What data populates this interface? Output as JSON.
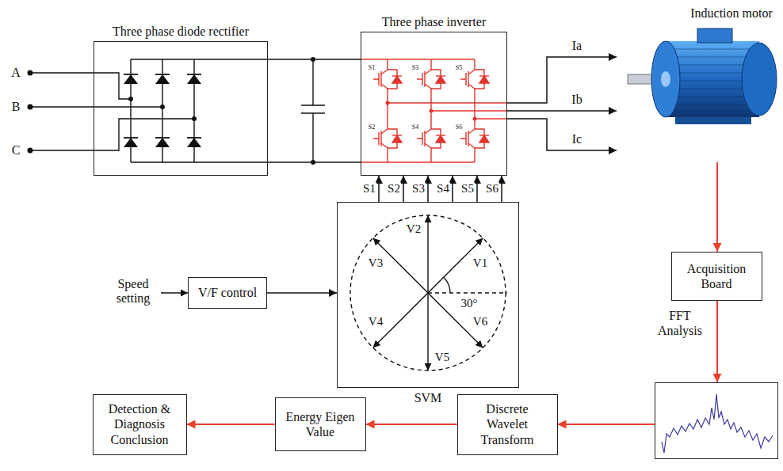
{
  "diagram": {
    "nodes": [
      {
        "text": [
          "Three phase diode rectifier"
        ]
      },
      {
        "text": [
          "Three phase inverter"
        ]
      },
      {
        "text": [
          "Induction motor"
        ]
      },
      {
        "text": [
          "V/F control"
        ]
      },
      {
        "text": [
          "SVM"
        ]
      },
      {
        "text": [
          "Acquisition Board"
        ]
      },
      {
        "text": [
          "FFT Analysis"
        ]
      },
      {
        "text": [
          "Discrete Wavelet Transform"
        ]
      },
      {
        "text": [
          "Energy Eigen Value"
        ]
      },
      {
        "text": [
          "Detection & Diagnosis Conclusion"
        ]
      }
    ],
    "edges": [
      {
        "from": 0,
        "to": 1,
        "arrow": "none"
      },
      {
        "from": 0,
        "to": 1,
        "arrow": "none"
      },
      {
        "from": 1,
        "to": 2,
        "label": "Ia",
        "arrow": "to"
      },
      {
        "from": 1,
        "to": 2,
        "label": "Ib",
        "arrow": "to"
      },
      {
        "from": 1,
        "to": 2,
        "label": "Ic",
        "arrow": "to"
      },
      {
        "from": 4,
        "to": 1,
        "label": "S1",
        "arrow": "to"
      },
      {
        "from": 4,
        "to": 1,
        "label": "S2",
        "arrow": "to"
      },
      {
        "from": 4,
        "to": 1,
        "label": "S3",
        "arrow": "to"
      },
      {
        "from": 4,
        "to": 1,
        "label": "S4",
        "arrow": "to"
      },
      {
        "from": 4,
        "to": 1,
        "label": "S5",
        "arrow": "to"
      },
      {
        "from": 4,
        "to": 1,
        "label": "S6",
        "arrow": "to"
      },
      {
        "from": 3,
        "to": 4,
        "arrow": "to"
      },
      {
        "from": 2,
        "to": 5,
        "arrow": "to"
      },
      {
        "from": 5,
        "to": 6,
        "arrow": "to"
      },
      {
        "from": 6,
        "to": 7,
        "arrow": "to"
      },
      {
        "from": 7,
        "to": 8,
        "arrow": "to"
      },
      {
        "from": 8,
        "to": 9,
        "arrow": "to"
      }
    ],
    "labels": [
      "A",
      "B",
      "C",
      "S1",
      "S3",
      "S5",
      "S2",
      "S4",
      "S6",
      "Speed setting",
      "V2",
      "V1",
      "V3",
      "30°",
      "V4",
      "V6",
      "V5"
    ]
  }
}
